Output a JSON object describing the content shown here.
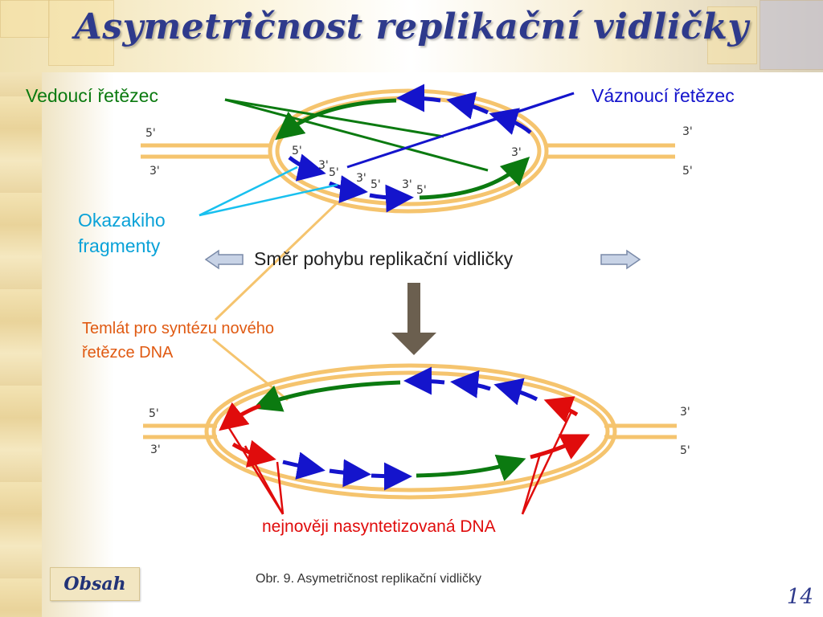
{
  "slide": {
    "title": "Asymetričnost replikační vidličky",
    "page_number": "14",
    "nav_button": "Obsah",
    "caption": "Obr. 9. Asymetričnost replikační vidličky"
  },
  "labels": {
    "leading_strand": "Vedoucí řetězec",
    "lagging_strand": "Váznoucí řetězec",
    "okazaki_line1": "Okazakiho",
    "okazaki_line2": "fragmenty",
    "fork_direction": "Směr pohybu replikační vidličky",
    "template_line1": "Temlát pro syntézu nového",
    "template_line2": "řetězce DNA",
    "newest_dna": "nejnověji nasyntetizovaná DNA"
  },
  "strand_ends": {
    "top_left_upper": "5'",
    "top_left_lower": "3'",
    "top_right_upper": "3'",
    "top_right_lower": "5'",
    "bottom_left_upper": "5'",
    "bottom_left_lower": "3'",
    "bottom_right_upper": "3'",
    "bottom_right_lower": "5'",
    "frag1_start": "5'",
    "frag1_end": "3'",
    "frag2_start": "5'",
    "frag2_end": "3'",
    "frag3_start": "5'",
    "frag3_end": "3'",
    "leading_start": "5'",
    "leading_end": "3'"
  },
  "colors": {
    "template": "#f5c46e",
    "leading": "#0b7a10",
    "lagging": "#1414cc",
    "okazaki_pointer": "#18c0ef",
    "newest": "#e00c0c",
    "template_pointer": "#f5c46e",
    "arrow_dark": "#6b5f4f",
    "title": "#2e3a8c"
  }
}
